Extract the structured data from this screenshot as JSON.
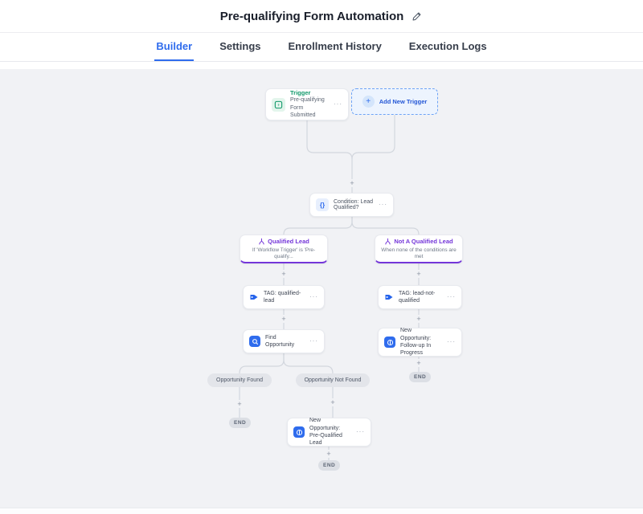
{
  "header": {
    "title": "Pre-qualifying Form Automation"
  },
  "tabs": {
    "builder": "Builder",
    "settings": "Settings",
    "enrollment_history": "Enrollment History",
    "execution_logs": "Execution Logs"
  },
  "icons": {
    "plus": "+",
    "menu": "···",
    "condition_braces": "{}",
    "edit": "pencil-icon",
    "trigger": "form-trigger-icon",
    "tag": "tag-icon",
    "branch_split": "branch-split-icon",
    "opportunity": "opportunity-icon"
  },
  "workflow": {
    "trigger": {
      "label": "Trigger",
      "name": "Pre-qualifying Form Submitted"
    },
    "add_trigger": {
      "label": "Add New Trigger"
    },
    "condition": {
      "label": "Condition: Lead Qualified?"
    },
    "branch_qualified": {
      "title": "Qualified Lead",
      "subtitle": "If 'Workflow Trigger' is 'Pre-qualify..."
    },
    "branch_not_qualified": {
      "title": "Not A Qualified Lead",
      "subtitle": "When none of the conditions are met"
    },
    "tag_qualified": {
      "label": "TAG: qualified-lead"
    },
    "tag_not_qualified": {
      "label": "TAG: lead-not-qualified"
    },
    "find_opportunity": {
      "label": "Find Opportunity"
    },
    "new_opp_followup": {
      "label": "New Opportunity: Follow-up In Progress"
    },
    "new_opp_prequalified": {
      "label": "New Opportunity: Pre-Qualified Lead"
    },
    "outcome_found": "Opportunity Found",
    "outcome_not_found": "Opportunity Not Found",
    "end_label": "END"
  },
  "colors": {
    "accent_blue": "#2f6ced",
    "trigger_green": "#12996b",
    "branch_purple": "#7436d9",
    "tag_blue": "#2563eb",
    "canvas_bg": "#f1f2f5"
  }
}
